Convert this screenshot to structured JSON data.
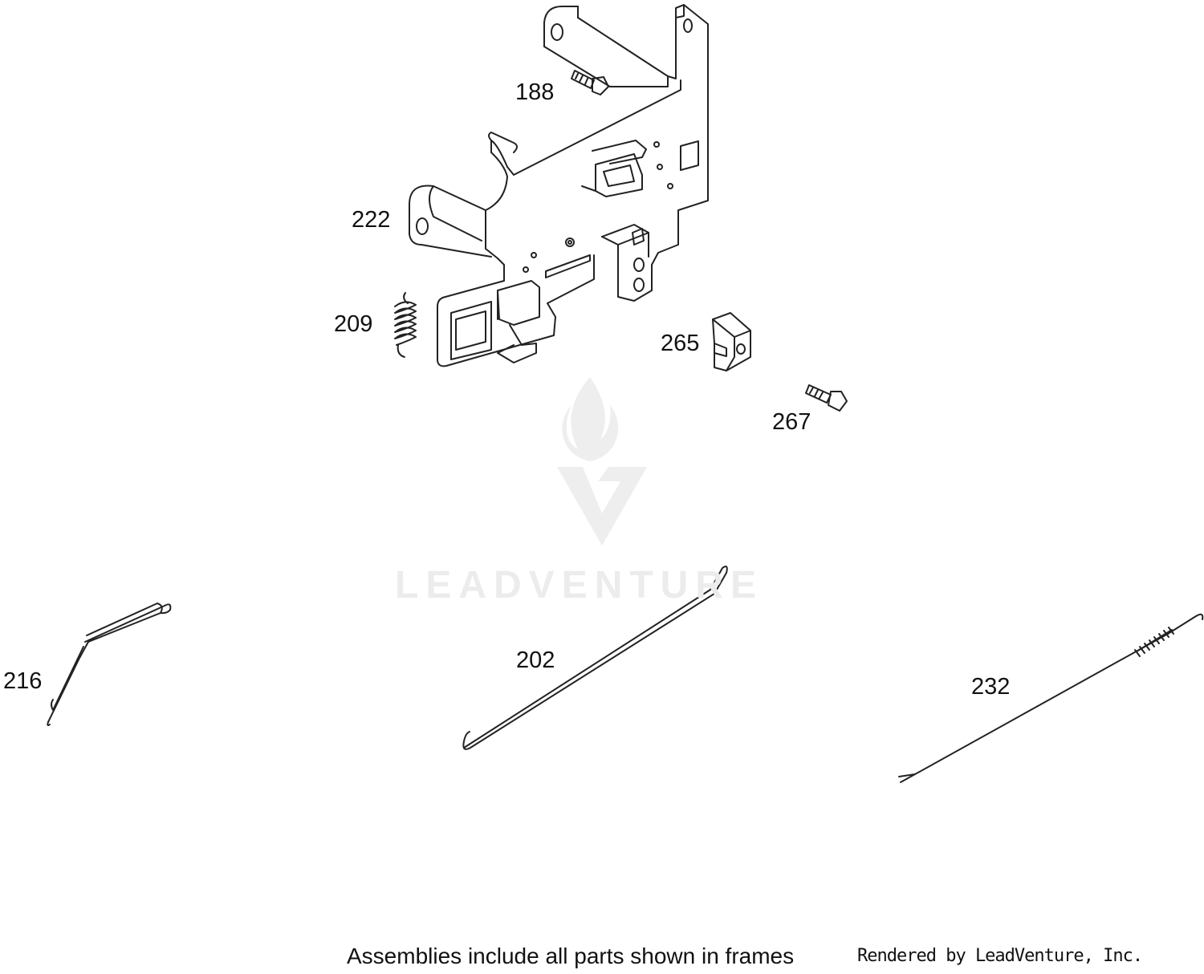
{
  "watermark": {
    "brand_text": "LEADVENTURE",
    "color": "#ececec"
  },
  "callouts": [
    {
      "id": "188",
      "label": "188"
    },
    {
      "id": "222",
      "label": "222"
    },
    {
      "id": "209",
      "label": "209"
    },
    {
      "id": "265",
      "label": "265"
    },
    {
      "id": "267",
      "label": "267"
    },
    {
      "id": "216",
      "label": "216"
    },
    {
      "id": "202",
      "label": "202"
    },
    {
      "id": "232",
      "label": "232"
    }
  ],
  "footer": {
    "note": "Assemblies include all parts shown in frames",
    "credit": "Rendered by LeadVenture, Inc."
  },
  "colors": {
    "line": "#222222",
    "background": "#ffffff"
  }
}
